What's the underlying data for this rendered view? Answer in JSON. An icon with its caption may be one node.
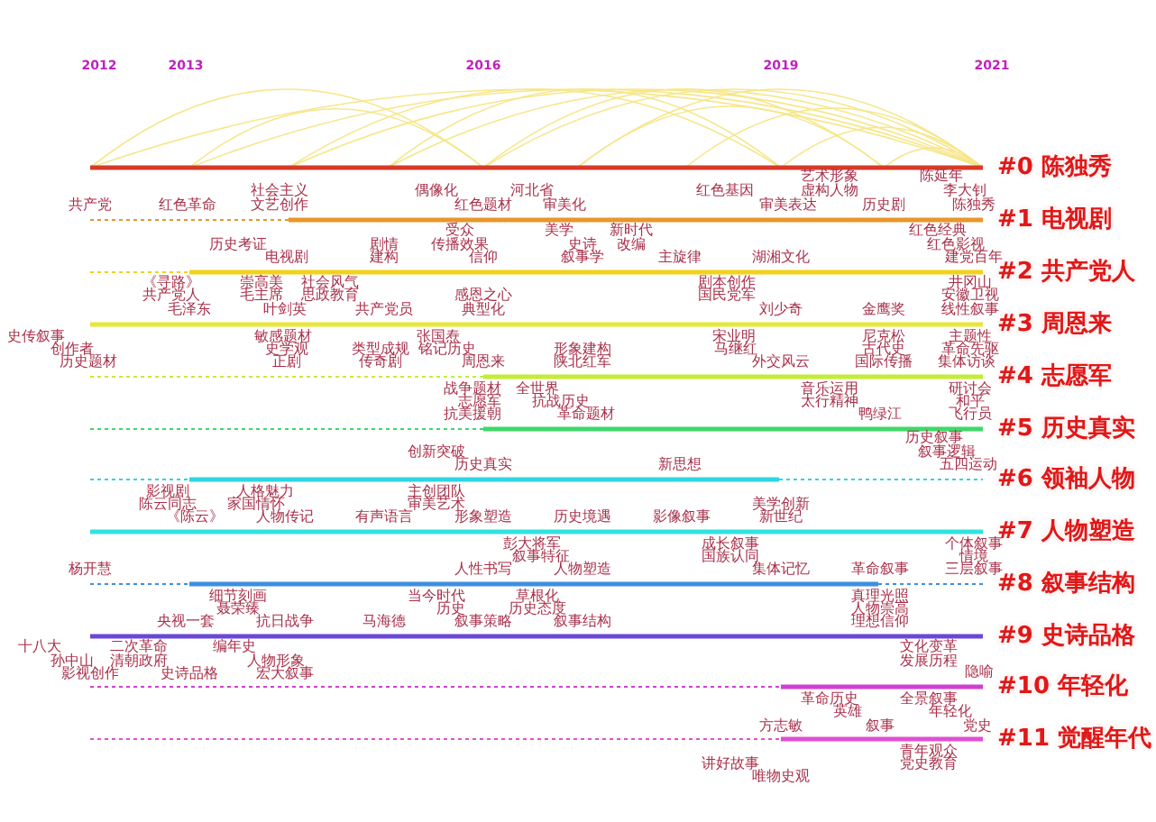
{
  "diagram": {
    "labels": [
      "2012",
      "2013",
      "2016",
      "2019",
      "2021",
      "#0 陈独秀",
      "艺术形象",
      "陈延年",
      "社会主义",
      "偶像化",
      "河北省",
      "红色基因",
      "虚构人物",
      "李大钊",
      "共产党",
      "红色革命",
      "文艺创作",
      "红色题材",
      "审美化",
      "审美表达",
      "历史剧",
      "陈独秀",
      "#1 电视剧",
      "受众",
      "美学",
      "新时代",
      "红色经典",
      "历史考证",
      "剧情",
      "传播效果",
      "史诗",
      "改编",
      "红色影视",
      "电视剧",
      "建构",
      "信仰",
      "叙事学",
      "主旋律",
      "湖湘文化",
      "建党百年",
      "#2 共产党人",
      "《寻路》",
      "崇高美",
      "社会风气",
      "剧本创作",
      "井冈山",
      "共产党人",
      "毛主席",
      "思政教育",
      "感恩之心",
      "国民党军",
      "安徽卫视",
      "毛泽东",
      "叶剑英",
      "共产党员",
      "典型化",
      "刘少奇",
      "金鹰奖",
      "线性叙事",
      "#3 周恩来",
      "史传叙事",
      "敏感题材",
      "张国焘",
      "宋业明",
      "尼克松",
      "主题性",
      "创作者",
      "史学观",
      "类型成规",
      "铭记历史",
      "形象建构",
      "马继红",
      "古代史",
      "革命先驱",
      "历史题材",
      "正剧",
      "传奇剧",
      "周恩来",
      "陕北红军",
      "外交风云",
      "国际传播",
      "集体访谈",
      "#4 志愿军",
      "战争题材",
      "全世界",
      "音乐运用",
      "研讨会",
      "志愿军",
      "抗战历史",
      "太行精神",
      "和平",
      "抗美援朝",
      "革命题材",
      "鸭绿江",
      "飞行员",
      "#5 历史真实",
      "历史叙事",
      "创新突破",
      "叙事逻辑",
      "历史真实",
      "新思想",
      "五四运动",
      "#6 领袖人物",
      "影视剧",
      "人格魅力",
      "主创团队",
      "陈云同志",
      "家国情怀",
      "审美艺术",
      "美学创新",
      "《陈云》",
      "人物传记",
      "有声语言",
      "形象塑造",
      "历史境遇",
      "影像叙事",
      "新世纪",
      "#7 人物塑造",
      "彭大将军",
      "成长叙事",
      "个体叙事",
      "叙事特征",
      "国族认同",
      "情境",
      "杨开慧",
      "人性书写",
      "人物塑造",
      "集体记忆",
      "革命叙事",
      "三层叙事",
      "#8 叙事结构",
      "细节刻画",
      "当今时代",
      "草根化",
      "真理光照",
      "聂荣臻",
      "历史",
      "历史态度",
      "人物崇高",
      "央视一套",
      "抗日战争",
      "马海德",
      "叙事策略",
      "叙事结构",
      "理想信仰",
      "#9 史诗品格",
      "十八大",
      "二次革命",
      "编年史",
      "文化变革",
      "孙中山",
      "清朝政府",
      "人物形象",
      "发展历程",
      "影视创作",
      "史诗品格",
      "宏大叙事",
      "隐喻",
      "#10 年轻化",
      "革命历史",
      "全景叙事",
      "英雄",
      "年轻化",
      "方志敏",
      "叙事",
      "党史",
      "#11 觉醒年代",
      "青年观众",
      "讲好故事",
      "党史教育",
      "唯物史观"
    ]
  }
}
